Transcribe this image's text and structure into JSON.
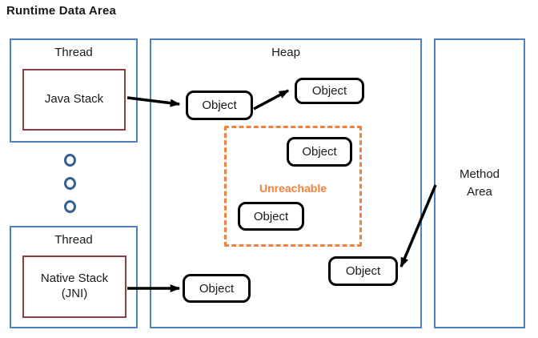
{
  "title": "Runtime Data Area",
  "colors": {
    "container_border": "#4F81BD",
    "stack_border": "#8E3B44",
    "object_border": "#000000",
    "unreachable_accent": "#F4813D",
    "dot_ring": "#366092",
    "arrow": "#000000",
    "text": "#1a1a1a"
  },
  "thread_top": {
    "label": "Thread",
    "stack_label": "Java Stack"
  },
  "thread_bottom": {
    "label": "Thread",
    "stack_line1": "Native Stack",
    "stack_line2": "(JNI)"
  },
  "heap": {
    "label": "Heap"
  },
  "method_area": {
    "line1": "Method",
    "line2": "Area"
  },
  "unreachable": {
    "label": "Unreachable"
  },
  "objects": [
    {
      "label": "Object"
    },
    {
      "label": "Object"
    },
    {
      "label": "Object"
    },
    {
      "label": "Object"
    },
    {
      "label": "Object"
    },
    {
      "label": "Object"
    }
  ]
}
